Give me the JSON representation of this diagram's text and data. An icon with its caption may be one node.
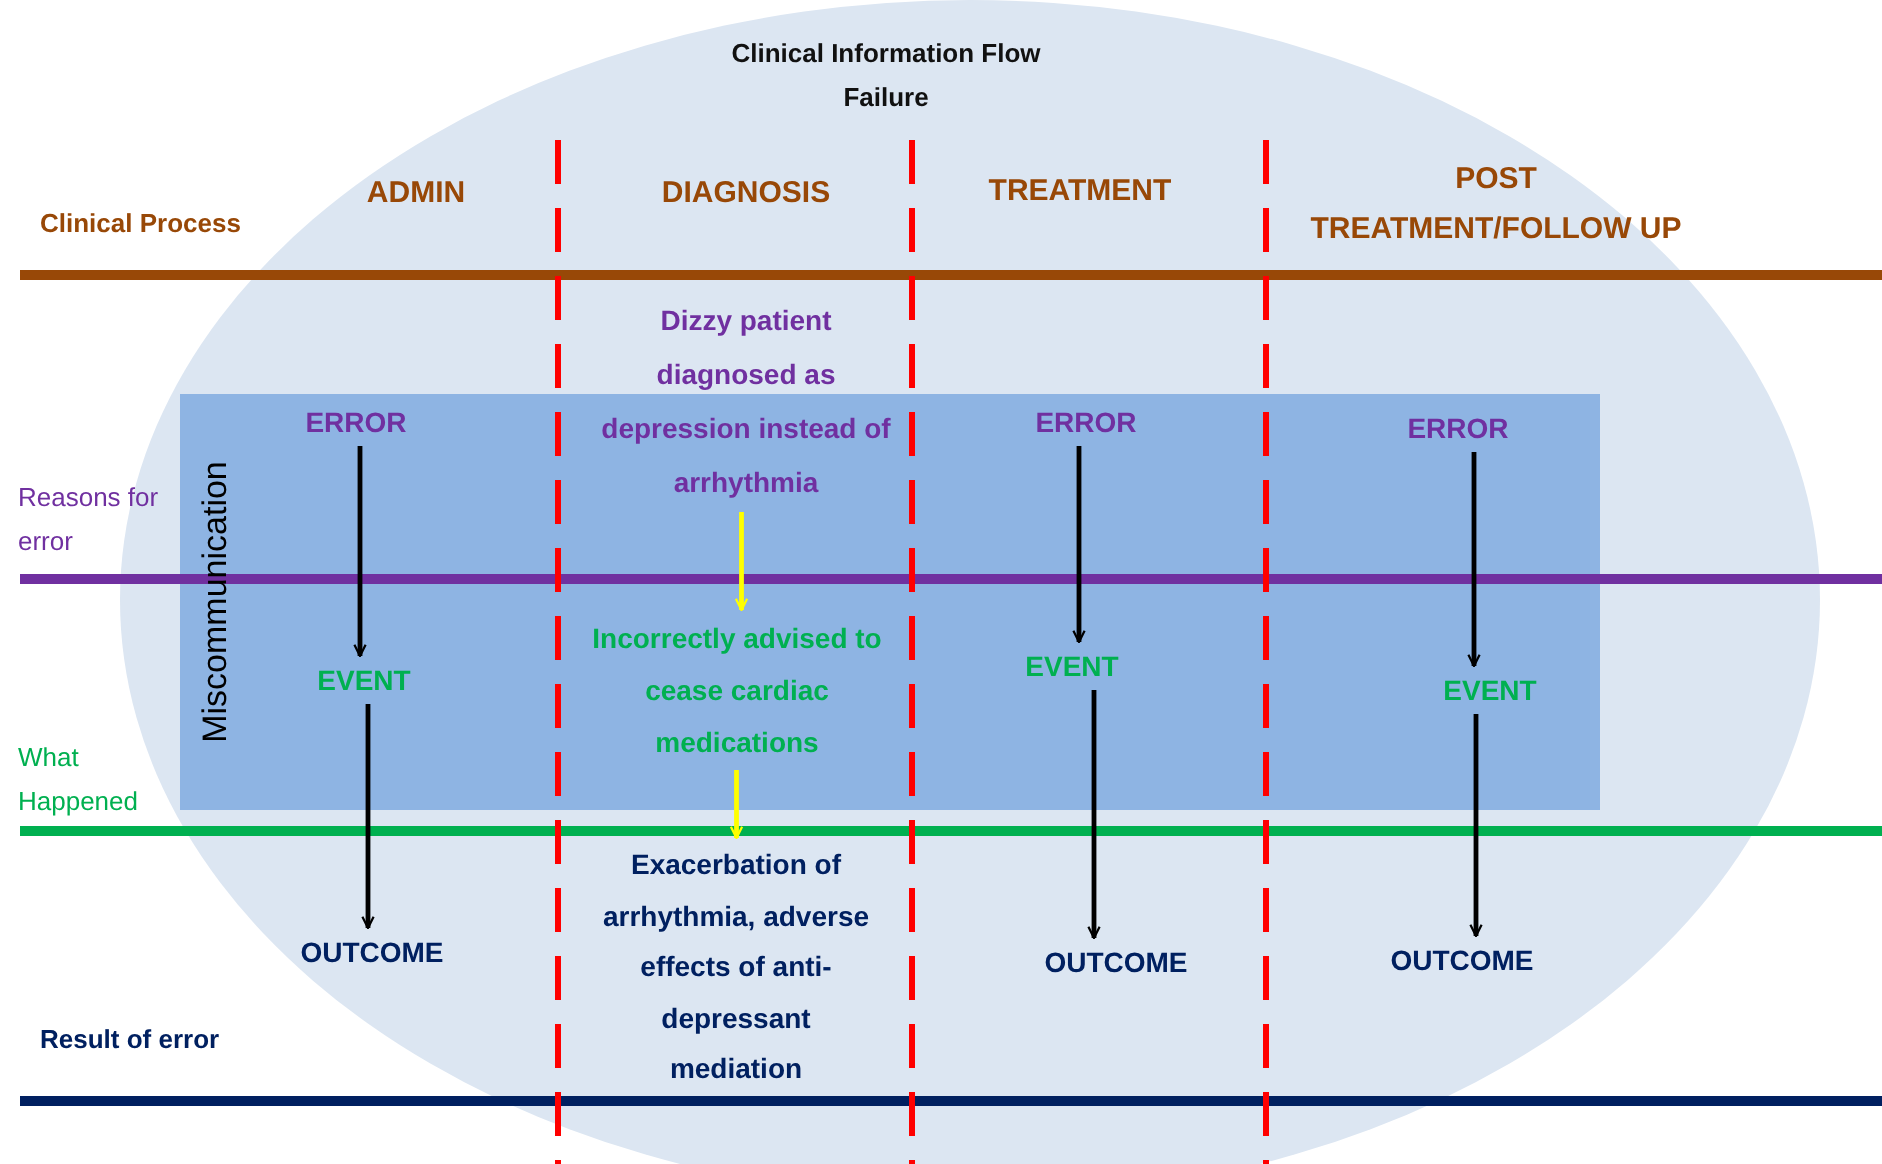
{
  "diagram": {
    "title": "Clinical Information Flow Failure",
    "nodes": [
      {
        "text": [
          "Miscommunication"
        ]
      },
      {
        "text": [
          "ERROR"
        ],
        "in": 0
      },
      {
        "text": [
          "EVENT"
        ],
        "in": 0
      },
      {
        "text": [
          "OUTCOME"
        ]
      },
      {
        "text": [
          "Dizzy patient diagnosed as depression instead of arrhythmia"
        ]
      },
      {
        "text": [
          "Incorrectly advised to cease cardiac medications"
        ],
        "in": 0
      },
      {
        "text": [
          "Exacerbation of arrhythmia, adverse effects of anti-depressant mediation"
        ]
      },
      {
        "text": [
          "ERROR"
        ],
        "in": 0
      },
      {
        "text": [
          "EVENT"
        ],
        "in": 0
      },
      {
        "text": [
          "OUTCOME"
        ]
      },
      {
        "text": [
          "ERROR"
        ],
        "in": 0
      },
      {
        "text": [
          "EVENT"
        ],
        "in": 0
      },
      {
        "text": [
          "OUTCOME"
        ]
      }
    ],
    "edges": [
      {
        "from": 1,
        "to": 2,
        "arrow": "to"
      },
      {
        "from": 2,
        "to": 3,
        "arrow": "to"
      },
      {
        "from": 4,
        "to": 5,
        "arrow": "to",
        "color": "#ffff00"
      },
      {
        "from": 5,
        "to": 6,
        "arrow": "to",
        "color": "#ffff00"
      },
      {
        "from": 7,
        "to": 8,
        "arrow": "to"
      },
      {
        "from": 8,
        "to": 9,
        "arrow": "to"
      },
      {
        "from": 10,
        "to": 11,
        "arrow": "to"
      },
      {
        "from": 11,
        "to": 12,
        "arrow": "to"
      }
    ],
    "labels": [
      "Clinical Process",
      "ADMIN",
      "DIAGNOSIS",
      "TREATMENT",
      "POST TREATMENT/FOLLOW UP",
      "Reasons for error",
      "What Happened",
      "Result of error"
    ]
  }
}
